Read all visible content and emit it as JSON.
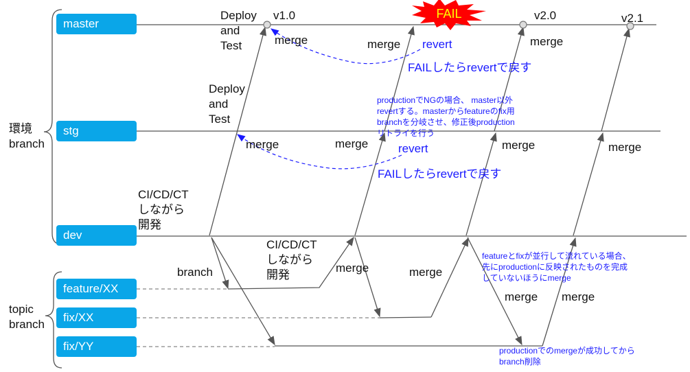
{
  "groups": {
    "env": "環境\nbranch",
    "topic": "topic\nbranch"
  },
  "branches": {
    "master": "master",
    "stg": "stg",
    "dev": "dev",
    "feature": "feature/XX",
    "fixxx": "fix/XX",
    "fixyy": "fix/YY"
  },
  "versions": {
    "v10": "v1.0",
    "v20": "v2.0",
    "v21": "v2.1"
  },
  "fail_label": "FAIL",
  "labels": {
    "deploy_master": "Deploy\nand\nTest",
    "deploy_stg": "Deploy\nand\nTest",
    "ci_dev": "CI/CD/CT\nしながら\n開発",
    "ci_feature": "CI/CD/CT\nしながら\n開発",
    "branch": "branch",
    "merge": "merge",
    "revert": "revert",
    "fail_revert": "FAILしたらrevertで戻す"
  },
  "notes": {
    "production_ng": "productionでNGの場合、 master以外\nrevertする。masterからfeatureのfix用\nbranchを分岐させ、修正後production\nリトライを行う",
    "parallel": "featureとfixが並行して流れている場合、\n先にproductionに反映されたものを完成\nしていないほうにmerge",
    "delete": "productionでのmergeが成功してから\nbranch削除"
  },
  "colors": {
    "branch_box": "#0aa6e8",
    "note": "#1a1aff",
    "fail_star": "#ff0000",
    "fail_text": "#ffff00"
  }
}
